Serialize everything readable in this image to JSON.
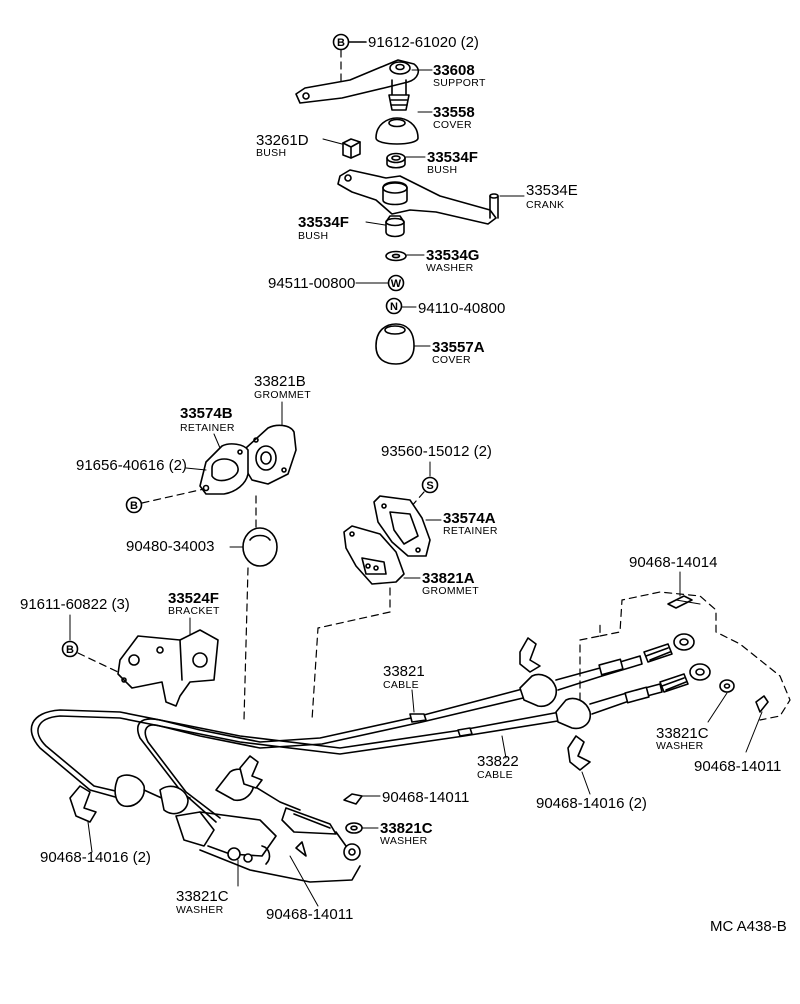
{
  "labels": {
    "p_91612": "91612-61020 (2)",
    "p_33608": "33608",
    "n_33608": "SUPPORT",
    "p_33558": "33558",
    "n_33558": "COVER",
    "p_33261d": "33261D",
    "n_33261d": "BUSH",
    "p_33534f_a": "33534F",
    "n_33534f_a": "BUSH",
    "p_33534e": "33534E",
    "n_33534e": "CRANK",
    "p_33534f_b": "33534F",
    "n_33534f_b": "BUSH",
    "p_33534g": "33534G",
    "n_33534g": "WASHER",
    "p_94511": "94511-00800",
    "p_94110": "94110-40800",
    "p_33557a": "33557A",
    "n_33557a": "COVER",
    "p_33821b": "33821B",
    "n_33821b": "GROMMET",
    "p_33574b": "33574B",
    "n_33574b": "RETAINER",
    "p_91656": "91656-40616 (2)",
    "p_93560": "93560-15012 (2)",
    "p_33574a": "33574A",
    "n_33574a": "RETAINER",
    "p_90480": "90480-34003",
    "p_33821a": "33821A",
    "n_33821a": "GROMMET",
    "p_90468_14014": "90468-14014",
    "p_91611": "91611-60822 (3)",
    "p_33524f": "33524F",
    "n_33524f": "BRACKET",
    "p_33821": "33821",
    "n_33821": "CABLE",
    "p_33821c_r": "33821C",
    "n_33821c_r": "WASHER",
    "p_90468_14011_r": "90468-14011",
    "p_33822": "33822",
    "n_33822": "CABLE",
    "p_90468_14016_r": "90468-14016 (2)",
    "p_90468_14011_m": "90468-14011",
    "p_33821c_m": "33821C",
    "n_33821c_m": "WASHER",
    "p_90468_14016_l": "90468-14016 (2)",
    "p_33821c_b": "33821C",
    "n_33821c_b": "WASHER",
    "p_90468_14011_b": "90468-14011",
    "figure_code": "MC A438-B"
  },
  "badges": {
    "b": "B",
    "w": "W",
    "n": "N",
    "s": "S"
  }
}
